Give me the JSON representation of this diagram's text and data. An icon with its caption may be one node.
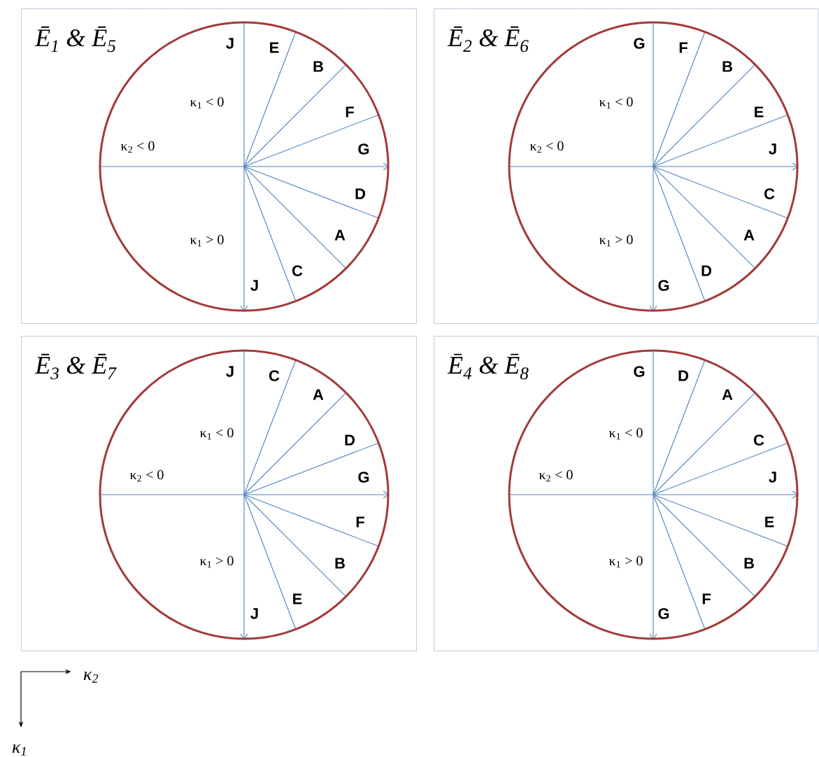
{
  "diagram": {
    "nodes": [
      {
        "text": [
          "Ē$_{1}$ & Ē$_{5}$"
        ]
      },
      {
        "text": [
          "Ē$_{2}$ & Ē$_{6}$"
        ]
      },
      {
        "text": [
          "Ē$_{3}$ & Ē$_{7}$"
        ]
      },
      {
        "text": [
          "Ē$_{4}$ & Ē$_{8}$"
        ]
      }
    ],
    "labels": [
      "J",
      "E",
      "B",
      "κ$_{1}$ < 0",
      "F",
      "κ$_{2}$ < 0",
      "G",
      "D",
      "A",
      "κ$_{1}$ > 0",
      "C",
      "J",
      "G",
      "F",
      "B",
      "κ$_{1}$ < 0",
      "E",
      "κ$_{2}$ < 0",
      "J",
      "C",
      "A",
      "κ$_{1}$ > 0",
      "D",
      "G",
      "J",
      "C",
      "A",
      "κ$_{1}$ < 0",
      "D",
      "κ$_{2}$ < 0",
      "G",
      "F",
      "κ$_{1}$ > 0",
      "B",
      "E",
      "J",
      "G",
      "D",
      "A",
      "κ$_{1}$ < 0",
      "C",
      "κ$_{2}$ < 0",
      "J",
      "E",
      "κ$_{1}$ > 0",
      "B",
      "F",
      "G",
      "κ$_{2}$",
      "κ$_{1}$"
    ]
  }
}
